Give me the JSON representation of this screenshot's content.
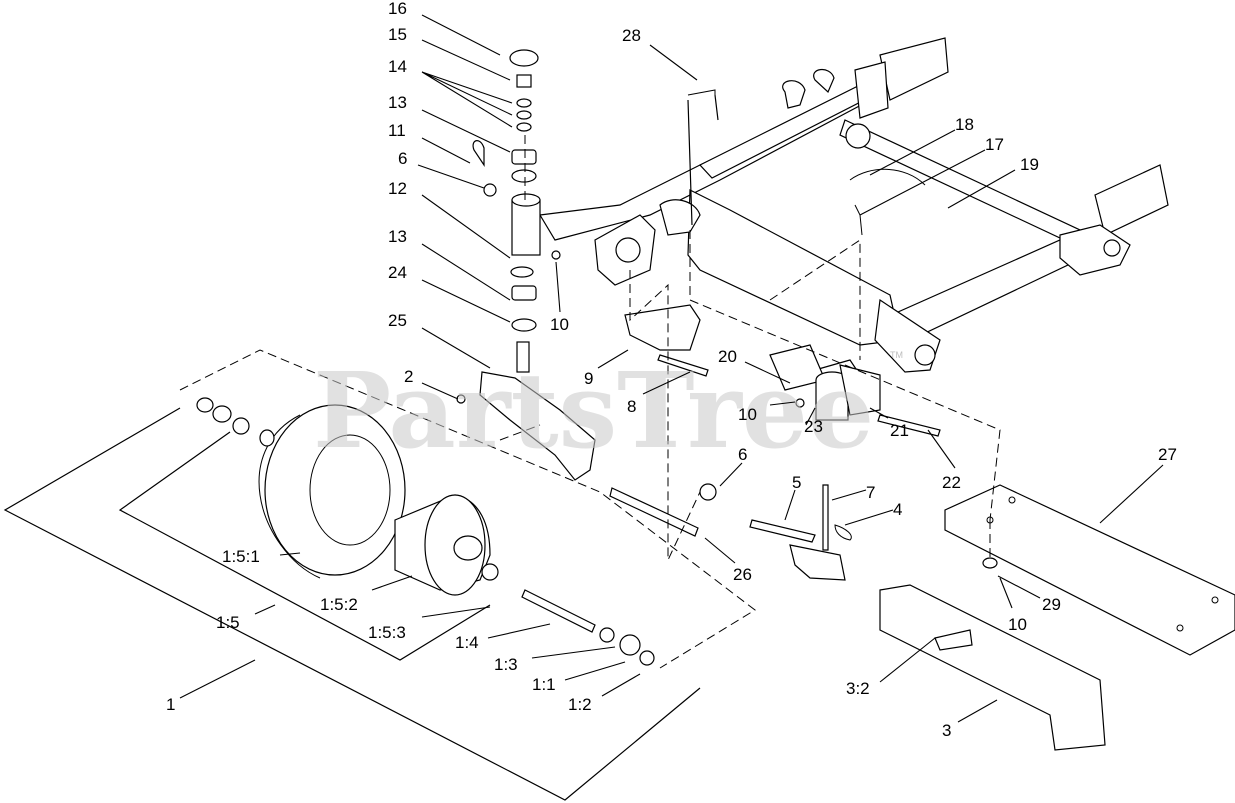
{
  "watermark": {
    "text": "PartsTree",
    "trademark": "TM"
  },
  "callouts": [
    {
      "id": "16",
      "label": "16"
    },
    {
      "id": "15",
      "label": "15"
    },
    {
      "id": "14",
      "label": "14"
    },
    {
      "id": "13a",
      "label": "13"
    },
    {
      "id": "11",
      "label": "11"
    },
    {
      "id": "6a",
      "label": "6"
    },
    {
      "id": "12",
      "label": "12"
    },
    {
      "id": "13b",
      "label": "13"
    },
    {
      "id": "24",
      "label": "24"
    },
    {
      "id": "25",
      "label": "25"
    },
    {
      "id": "10a",
      "label": "10"
    },
    {
      "id": "2",
      "label": "2"
    },
    {
      "id": "28",
      "label": "28"
    },
    {
      "id": "18",
      "label": "18"
    },
    {
      "id": "17",
      "label": "17"
    },
    {
      "id": "19",
      "label": "19"
    },
    {
      "id": "9",
      "label": "9"
    },
    {
      "id": "8",
      "label": "8"
    },
    {
      "id": "20",
      "label": "20"
    },
    {
      "id": "10b",
      "label": "10"
    },
    {
      "id": "23",
      "label": "23"
    },
    {
      "id": "21",
      "label": "21"
    },
    {
      "id": "22",
      "label": "22"
    },
    {
      "id": "27",
      "label": "27"
    },
    {
      "id": "6b",
      "label": "6"
    },
    {
      "id": "5",
      "label": "5"
    },
    {
      "id": "7",
      "label": "7"
    },
    {
      "id": "4",
      "label": "4"
    },
    {
      "id": "26",
      "label": "26"
    },
    {
      "id": "29",
      "label": "29"
    },
    {
      "id": "10c",
      "label": "10"
    },
    {
      "id": "1-5-1",
      "label": "1:5:1"
    },
    {
      "id": "1-5-2",
      "label": "1:5:2"
    },
    {
      "id": "1-5",
      "label": "1:5"
    },
    {
      "id": "1-5-3",
      "label": "1:5:3"
    },
    {
      "id": "1-4",
      "label": "1:4"
    },
    {
      "id": "1-3",
      "label": "1:3"
    },
    {
      "id": "1-1",
      "label": "1:1"
    },
    {
      "id": "1-2",
      "label": "1:2"
    },
    {
      "id": "1",
      "label": "1"
    },
    {
      "id": "3-2",
      "label": "3:2"
    },
    {
      "id": "3",
      "label": "3"
    }
  ]
}
